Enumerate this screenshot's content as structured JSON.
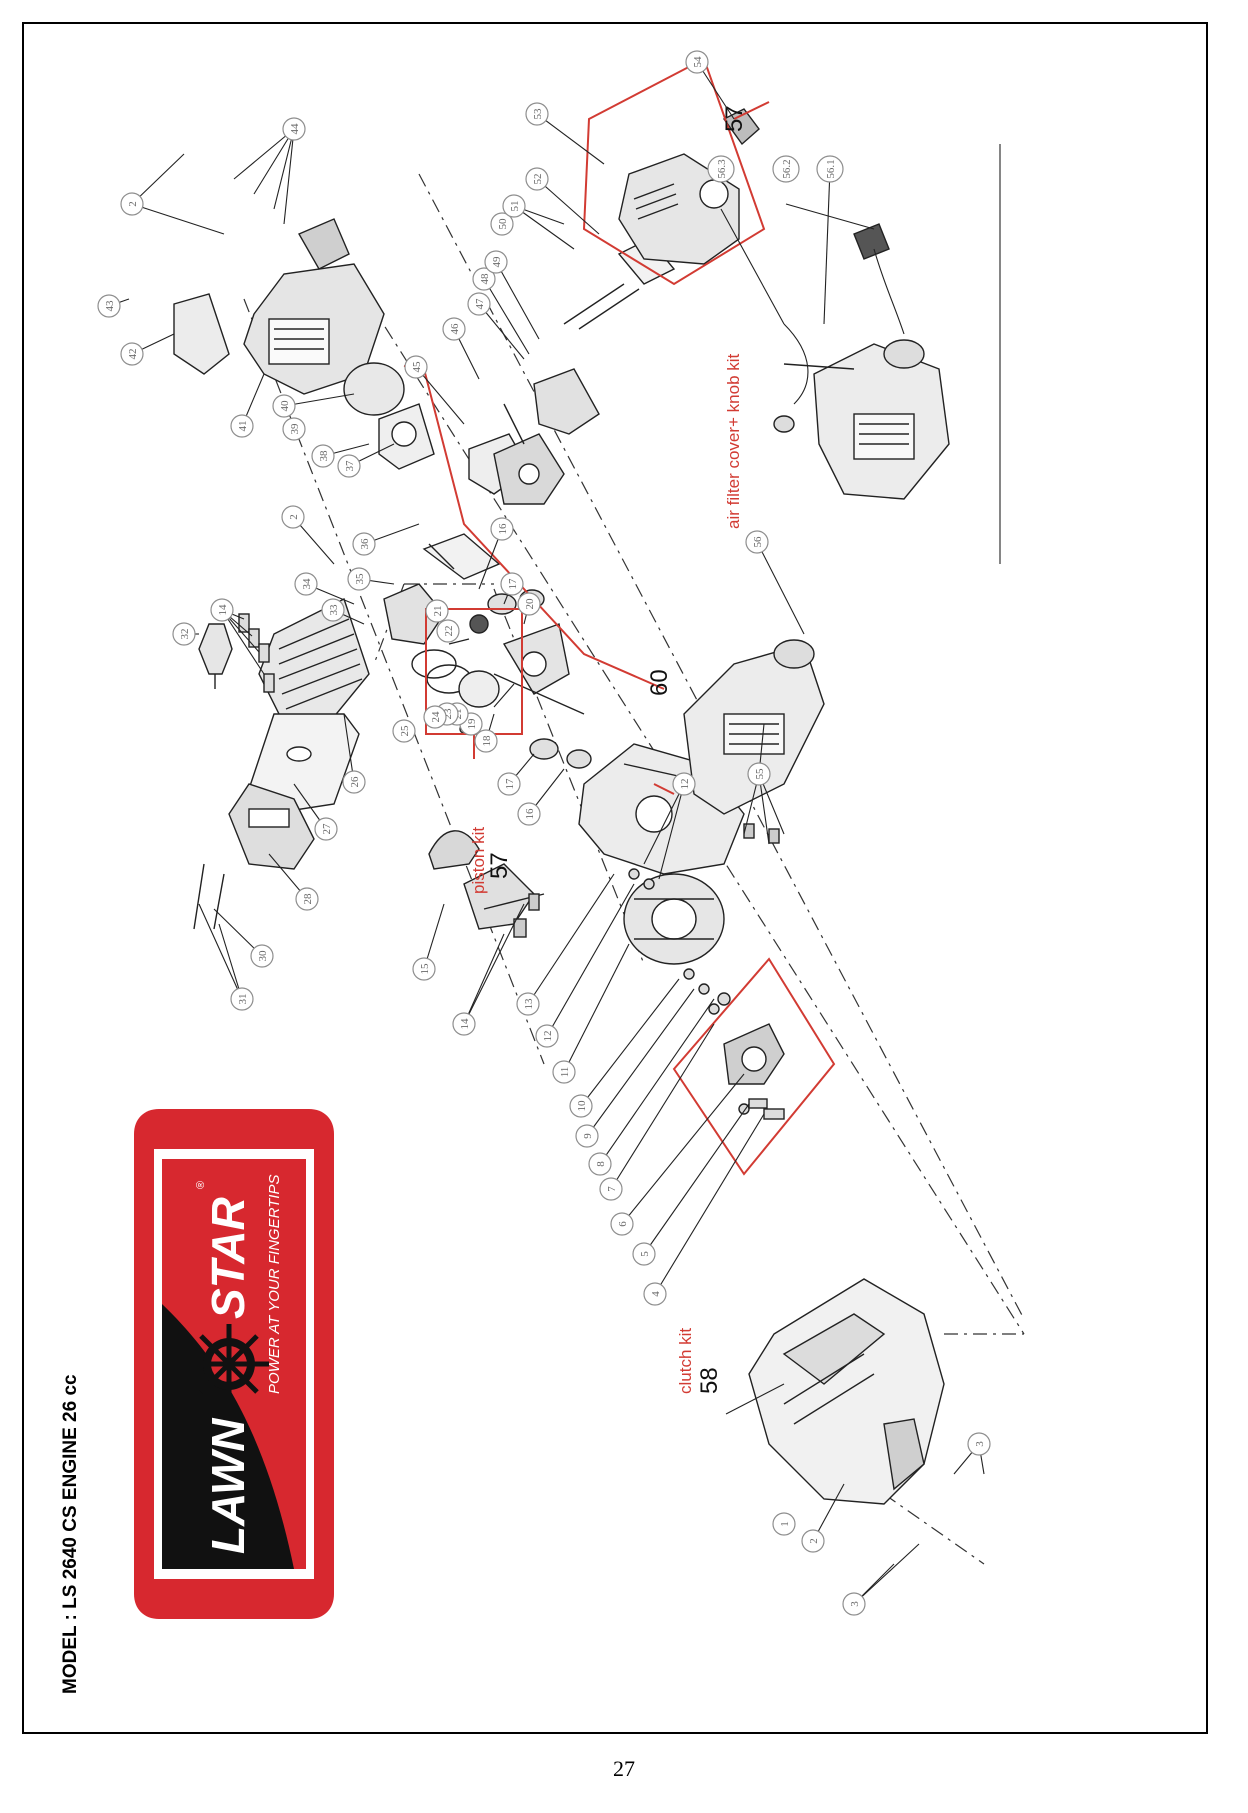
{
  "title": "MODEL : LS 2640 CS ENGINE 26 cc",
  "page_number": "27",
  "logo": {
    "brand_left": "LAWN",
    "brand_right": "STAR",
    "tagline": "POWER AT YOUR FINGERTIPS",
    "registered_mark": "®",
    "colors": {
      "red": "#d7282f",
      "black": "#111111",
      "white": "#ffffff"
    }
  },
  "accent_color": "#d23b33",
  "kits": [
    {
      "number": "57",
      "label": "piston kit"
    },
    {
      "number": "58",
      "label": "clutch kit"
    },
    {
      "number": "59",
      "label": "air filter cover+ knob kit"
    },
    {
      "number": "60",
      "label": ""
    }
  ],
  "callouts": [
    "1",
    "2",
    "3",
    "4",
    "5",
    "6",
    "7",
    "8",
    "9",
    "10",
    "11",
    "12",
    "13",
    "14",
    "15",
    "16",
    "17",
    "18",
    "19",
    "20",
    "21",
    "22",
    "23",
    "24",
    "25",
    "26",
    "27",
    "28",
    "30",
    "31",
    "32",
    "33",
    "34",
    "35",
    "36",
    "37",
    "38",
    "39",
    "40",
    "41",
    "42",
    "43",
    "44",
    "45",
    "46",
    "47",
    "48",
    "49",
    "50",
    "51",
    "52",
    "53",
    "54",
    "55",
    "56",
    "56.1",
    "56.2",
    "56.3"
  ]
}
